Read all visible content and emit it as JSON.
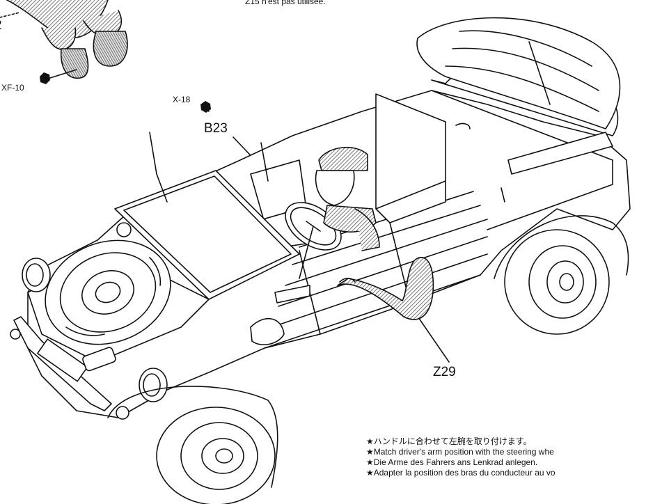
{
  "top_note": "Z15 n'est pas utilisée.",
  "part_labels": {
    "figure_left_fragment": "2",
    "paint_black_figure": "XF-10",
    "paint_black_wheel": "X-18",
    "steering_wheel": "B23",
    "driver_arm": "Z29"
  },
  "notes": [
    "★ハンドルに合わせて左腕を取り付けます。",
    "★Match driver's arm position with the steering whe",
    "★Die Arme des Fahrers ans Lenkrad anlegen.",
    "★Adapter la position des bras du conducteur au vo"
  ],
  "colors": {
    "line": "#111111",
    "paper": "#ffffff",
    "paint_marker": "#111111"
  }
}
